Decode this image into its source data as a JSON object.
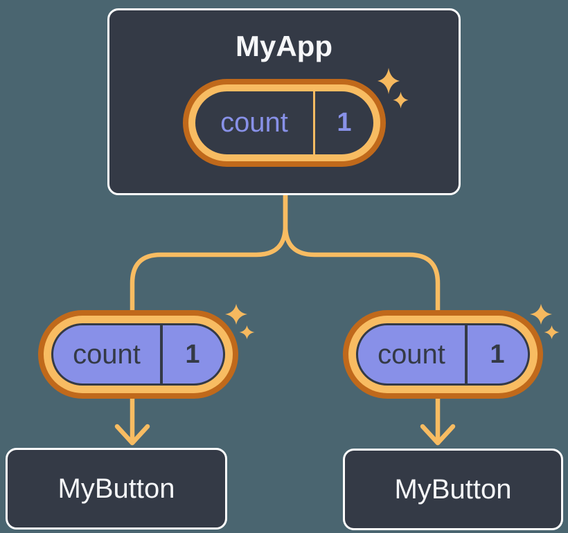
{
  "diagram": {
    "description": "React component tree sharing state: MyApp holds count state passed as props to two MyButton children",
    "root": {
      "title": "MyApp",
      "state": {
        "name": "count",
        "value": "1"
      }
    },
    "children": [
      {
        "title": "MyButton",
        "prop": {
          "name": "count",
          "value": "1"
        }
      },
      {
        "title": "MyButton",
        "prop": {
          "name": "count",
          "value": "1"
        }
      }
    ]
  },
  "colors": {
    "background": "#4A6570",
    "node_fill": "#343A46",
    "node_border": "#FFFFFF",
    "node_text": "#F6F7F9",
    "pill_ring_outer": "#C0691B",
    "pill_ring_inner": "#F8BC62",
    "pill_purple_fill": "#8890E8",
    "state_text_purple": "#8891E8",
    "dark_text": "#343A46",
    "connector_orange": "#F8BC62"
  }
}
